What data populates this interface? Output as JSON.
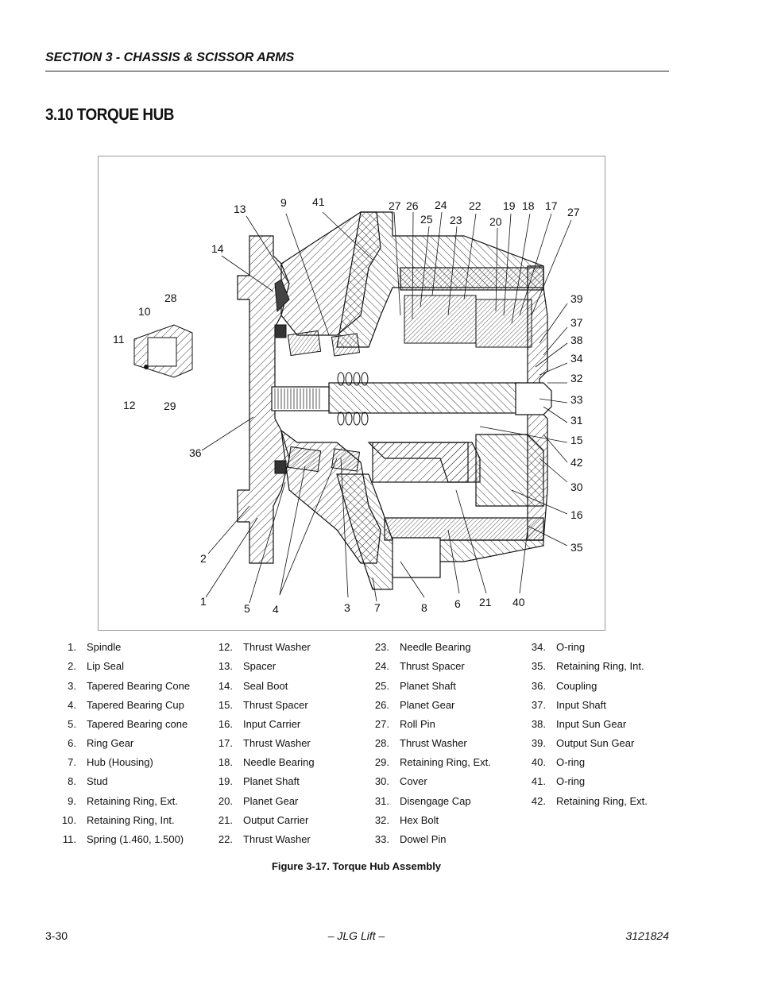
{
  "header": {
    "section": "SECTION 3 - CHASSIS & SCISSOR ARMS",
    "title": "3.10 TORQUE HUB"
  },
  "figure": {
    "callouts": [
      "13",
      "9",
      "41",
      "27",
      "26",
      "24",
      "25",
      "23",
      "22",
      "19",
      "18",
      "17",
      "20",
      "27",
      "14",
      "28",
      "10",
      "11",
      "12",
      "29",
      "39",
      "37",
      "38",
      "34",
      "32",
      "33",
      "31",
      "15",
      "42",
      "30",
      "16",
      "35",
      "36",
      "2",
      "1",
      "5",
      "4",
      "3",
      "7",
      "8",
      "6",
      "21",
      "40"
    ],
    "caption": "Figure 3-17.  Torque Hub Assembly"
  },
  "legend": {
    "columns": [
      [
        {
          "num": "1.",
          "label": "Spindle"
        },
        {
          "num": "2.",
          "label": "Lip Seal"
        },
        {
          "num": "3.",
          "label": "Tapered Bearing Cone"
        },
        {
          "num": "4.",
          "label": "Tapered Bearing Cup"
        },
        {
          "num": "5.",
          "label": "Tapered Bearing cone"
        },
        {
          "num": "6.",
          "label": "Ring Gear"
        },
        {
          "num": "7.",
          "label": "Hub (Housing)"
        },
        {
          "num": "8.",
          "label": "Stud"
        },
        {
          "num": "9.",
          "label": "Retaining Ring, Ext."
        },
        {
          "num": "10.",
          "label": "Retaining Ring, Int."
        },
        {
          "num": "11.",
          "label": "Spring (1.460, 1.500)"
        }
      ],
      [
        {
          "num": "12.",
          "label": "Thrust Washer"
        },
        {
          "num": "13.",
          "label": "Spacer"
        },
        {
          "num": "14.",
          "label": "Seal Boot"
        },
        {
          "num": "15.",
          "label": "Thrust Spacer"
        },
        {
          "num": "16.",
          "label": "Input Carrier"
        },
        {
          "num": "17.",
          "label": "Thrust Washer"
        },
        {
          "num": "18.",
          "label": "Needle Bearing"
        },
        {
          "num": "19.",
          "label": "Planet Shaft"
        },
        {
          "num": "20.",
          "label": "Planet Gear"
        },
        {
          "num": "21.",
          "label": "Output Carrier"
        },
        {
          "num": "22.",
          "label": "Thrust Washer"
        }
      ],
      [
        {
          "num": "23.",
          "label": "Needle Bearing"
        },
        {
          "num": "24.",
          "label": "Thrust Spacer"
        },
        {
          "num": "25.",
          "label": "Planet Shaft"
        },
        {
          "num": "26.",
          "label": "Planet Gear"
        },
        {
          "num": "27.",
          "label": "Roll Pin"
        },
        {
          "num": "28.",
          "label": "Thrust Washer"
        },
        {
          "num": "29.",
          "label": "Retaining Ring, Ext."
        },
        {
          "num": "30.",
          "label": "Cover"
        },
        {
          "num": "31.",
          "label": "Disengage Cap"
        },
        {
          "num": "32.",
          "label": "Hex Bolt"
        },
        {
          "num": "33.",
          "label": "Dowel Pin"
        }
      ],
      [
        {
          "num": "34.",
          "label": "O-ring"
        },
        {
          "num": "35.",
          "label": "Retaining Ring, Int."
        },
        {
          "num": "36.",
          "label": "Coupling"
        },
        {
          "num": "37.",
          "label": "Input Shaft"
        },
        {
          "num": "38.",
          "label": "Input Sun Gear"
        },
        {
          "num": "39.",
          "label": "Output Sun Gear"
        },
        {
          "num": "40.",
          "label": "O-ring"
        },
        {
          "num": "41.",
          "label": "O-ring"
        },
        {
          "num": "42.",
          "label": "Retaining Ring, Ext."
        }
      ]
    ]
  },
  "footer": {
    "page": "3-30",
    "center": "– JLG Lift –",
    "doc_number": "3121824"
  }
}
